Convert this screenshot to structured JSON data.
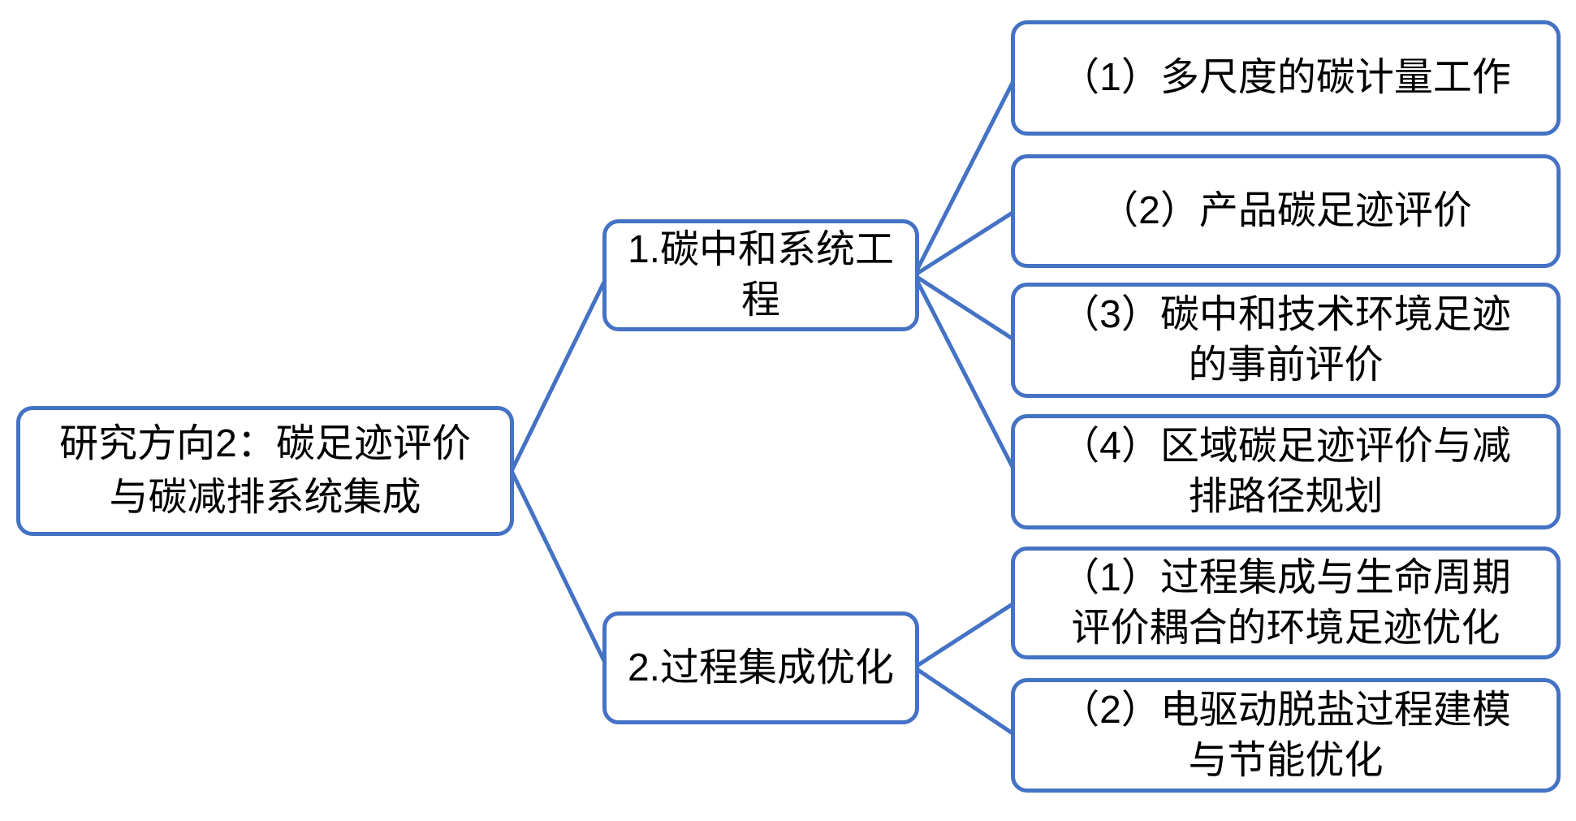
{
  "diagram": {
    "background_color": "#ffffff",
    "accent_color": "#4472C4",
    "text_color": "#000000",
    "root": {
      "label": "研究方向2：碳足迹评价与碳减排系统集成",
      "lines": [
        "研究方向2：碳足迹评价",
        "与碳减排系统集成"
      ]
    },
    "branches": [
      {
        "label": "1.碳中和系统工程",
        "lines": [
          "1.碳中和系统工",
          "程"
        ],
        "children": [
          {
            "label": "（1）多尺度的碳计量工作",
            "lines": [
              "（1）多尺度的碳计量工作"
            ]
          },
          {
            "label": "（2）产品碳足迹评价",
            "lines": [
              "（2）产品碳足迹评价"
            ]
          },
          {
            "label": "（3）碳中和技术环境足迹的事前评价",
            "lines": [
              "（3）碳中和技术环境足迹",
              "的事前评价"
            ]
          },
          {
            "label": "（4）区域碳足迹评价与减排路径规划",
            "lines": [
              "（4）区域碳足迹评价与减",
              "排路径规划"
            ]
          }
        ]
      },
      {
        "label": "2.过程集成优化",
        "lines": [
          "2.过程集成优化"
        ],
        "children": [
          {
            "label": "（1）过程集成与生命周期评价耦合的环境足迹优化",
            "lines": [
              "（1）过程集成与生命周期",
              "评价耦合的环境足迹优化"
            ]
          },
          {
            "label": "（2）电驱动脱盐过程建模与节能优化",
            "lines": [
              "（2）电驱动脱盐过程建模",
              "与节能优化"
            ]
          }
        ]
      }
    ]
  }
}
